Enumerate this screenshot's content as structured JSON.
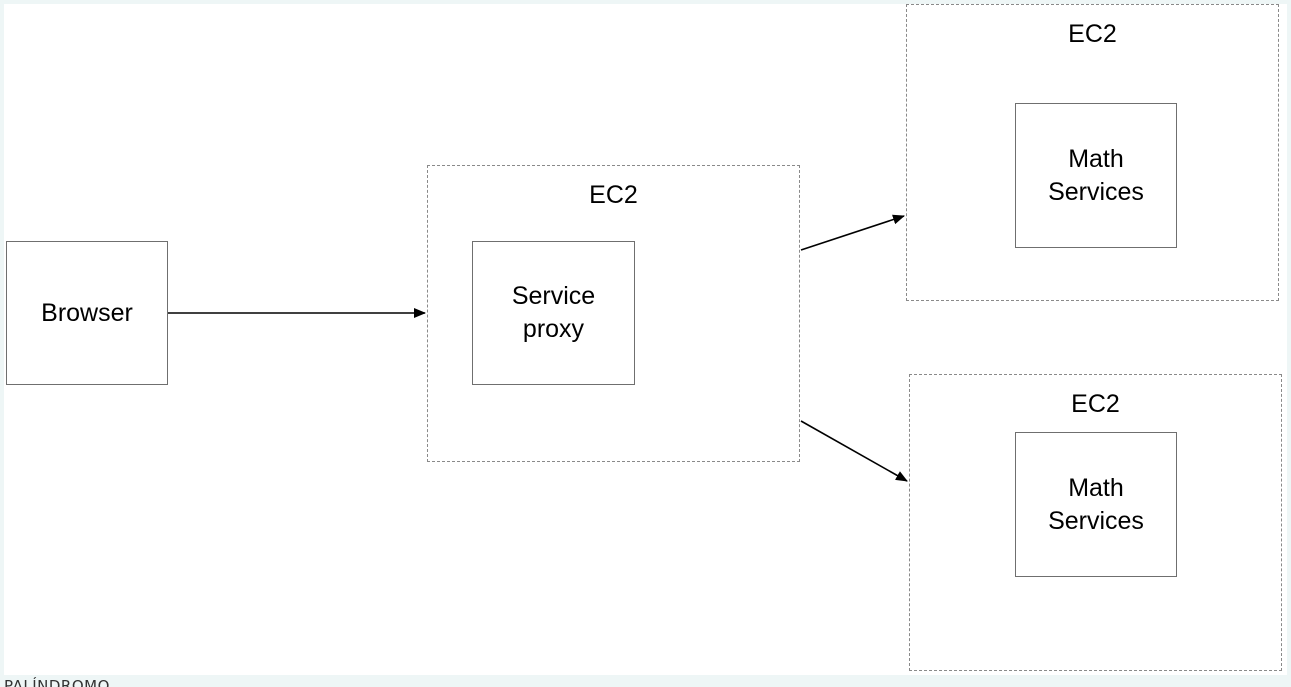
{
  "diagram": {
    "browser": {
      "label": "Browser"
    },
    "proxy_host": {
      "label": "EC2",
      "service": {
        "label": "Service\nproxy"
      }
    },
    "math_host_top": {
      "label": "EC2",
      "service": {
        "label": "Math\nServices"
      }
    },
    "math_host_bottom": {
      "label": "EC2",
      "service": {
        "label": "Math\nServices"
      }
    },
    "edges": [
      {
        "from": "browser",
        "to": "proxy_host"
      },
      {
        "from": "proxy_host",
        "to": "math_host_top"
      },
      {
        "from": "proxy_host",
        "to": "math_host_bottom"
      }
    ]
  },
  "footer": {
    "text": "PALÍNDROMO"
  },
  "colors": {
    "page_background": "#eef6f6",
    "canvas_background": "#ffffff",
    "box_border": "#6f6f6f",
    "dashed_border": "#8a8a8a",
    "arrow": "#000000"
  }
}
